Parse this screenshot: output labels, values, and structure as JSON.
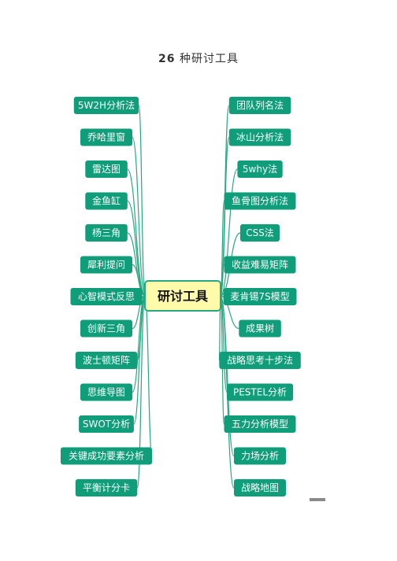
{
  "title": {
    "number": "26",
    "text": "种研讨工具"
  },
  "center": {
    "label": "研讨工具"
  },
  "left_branches": [
    "5W2H分析法",
    "乔哈里窗",
    "雷达图",
    "金鱼缸",
    "杨三角",
    "犀利提问",
    "心智模式反思",
    "创新三角",
    "波士顿矩阵",
    "思维导图",
    "SWOT分析",
    "关键成功要素分析",
    "平衡计分卡"
  ],
  "right_branches": [
    "团队列名法",
    "冰山分析法",
    "5why法",
    "鱼骨图分析法",
    "CSS法",
    "收益难易矩阵",
    "麦肯锡7S模型",
    "成果树",
    "战略思考十步法",
    "PESTEL分析",
    "五力分析模型",
    "力场分析",
    "战略地图"
  ],
  "colors": {
    "node": "#0f9d7a",
    "link": "#27a882",
    "center_fill": "#fffbaa"
  }
}
